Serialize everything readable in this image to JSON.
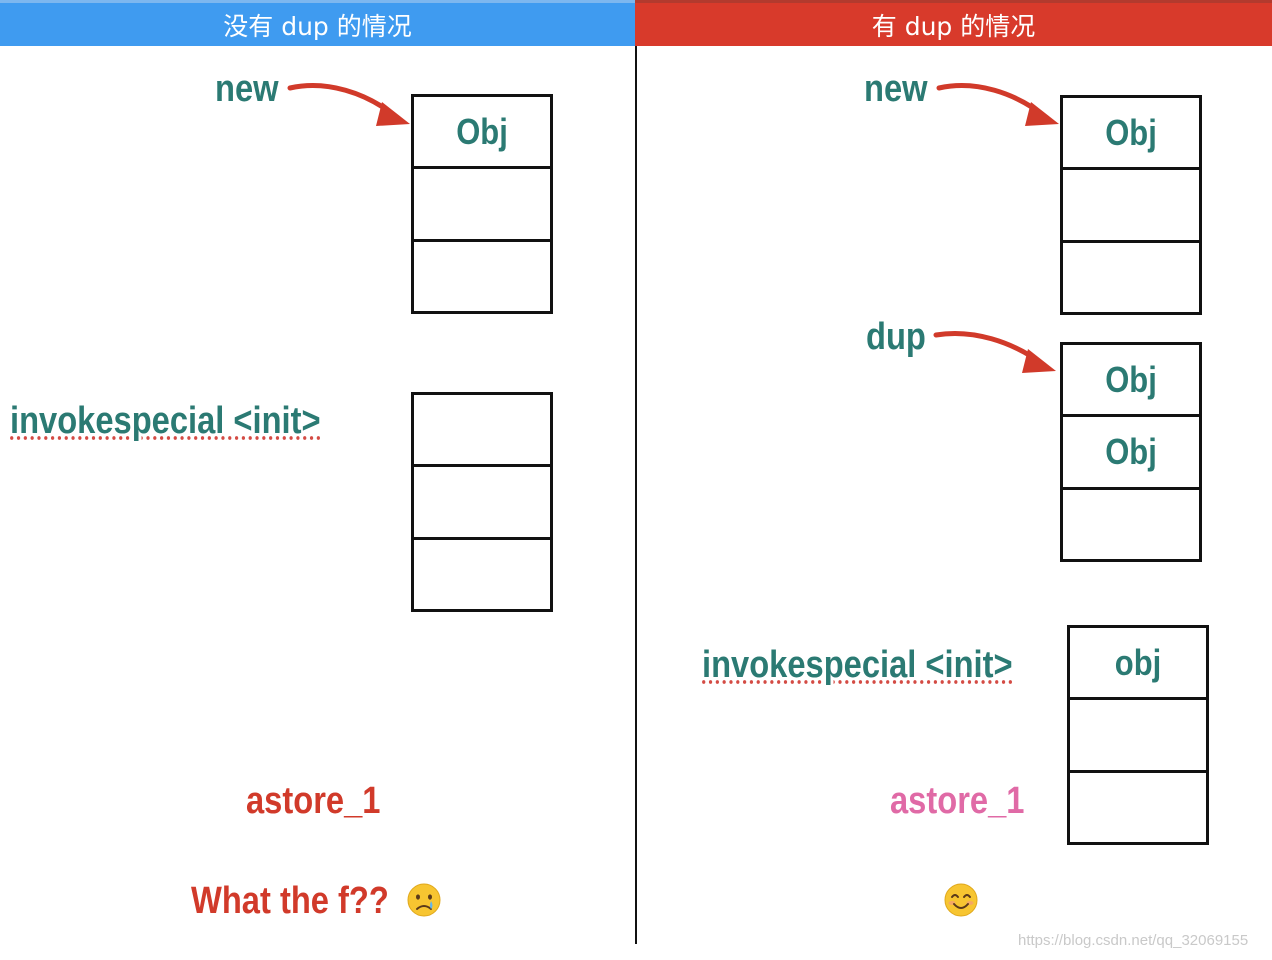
{
  "left_panel": {
    "title": "没有 dup 的情况",
    "new_label": "new",
    "stack1": [
      "Obj",
      "",
      ""
    ],
    "invoke_label": "invokespecial <init>",
    "stack2": [
      "",
      "",
      ""
    ],
    "astore_label": "astore_1",
    "reaction_text": "What the f??",
    "reaction_icon": "crying-face-icon"
  },
  "right_panel": {
    "title": "有 dup 的情况",
    "new_label": "new",
    "stack1": [
      "Obj",
      "",
      ""
    ],
    "dup_label": "dup",
    "stack2": [
      "Obj",
      "Obj",
      ""
    ],
    "invoke_label": "invokespecial <init>",
    "stack3": [
      "obj",
      "",
      ""
    ],
    "astore_label": "astore_1",
    "reaction_icon": "smiling-face-icon"
  },
  "watermark": "https://blog.csdn.net/qq_32069155",
  "colors": {
    "left_header": "#3f9bf0",
    "right_header": "#d83a2b",
    "label_teal": "#2b7a73",
    "label_red": "#d13a2a",
    "label_pink": "#e06aa6",
    "arrow_red": "#d13a2a"
  }
}
